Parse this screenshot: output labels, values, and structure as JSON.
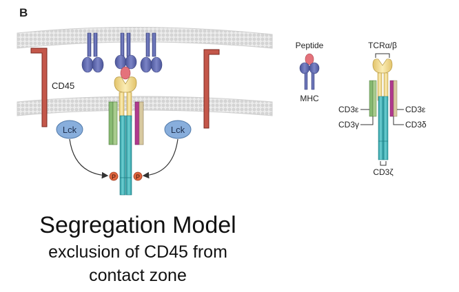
{
  "figure": {
    "panel_letter": "B",
    "labels": {
      "cd45": "CD45",
      "lck": "Lck",
      "phospho": "P",
      "peptide": "Peptide",
      "mhc": "MHC",
      "tcr": "TCRα/β",
      "cd3_epsilon": "CD3ε",
      "cd3_gamma": "CD3γ",
      "cd3_delta": "CD3δ",
      "cd3_zeta": "CD3ζ"
    },
    "colors": {
      "membrane": "#e8e8e8",
      "mhc": "#5e68ad",
      "peptide": "#e4727b",
      "tcr": "#f1d98c",
      "cd45": "#b6473b",
      "lck": "#88aedc",
      "zeta": "#3db3b8",
      "cd3_green": "#88ba72",
      "cd3_magenta": "#b03a8e",
      "phospho": "#e0663f"
    }
  },
  "caption": {
    "title": "Segregation Model",
    "line1": "exclusion of CD45 from",
    "line2": "contact zone"
  }
}
